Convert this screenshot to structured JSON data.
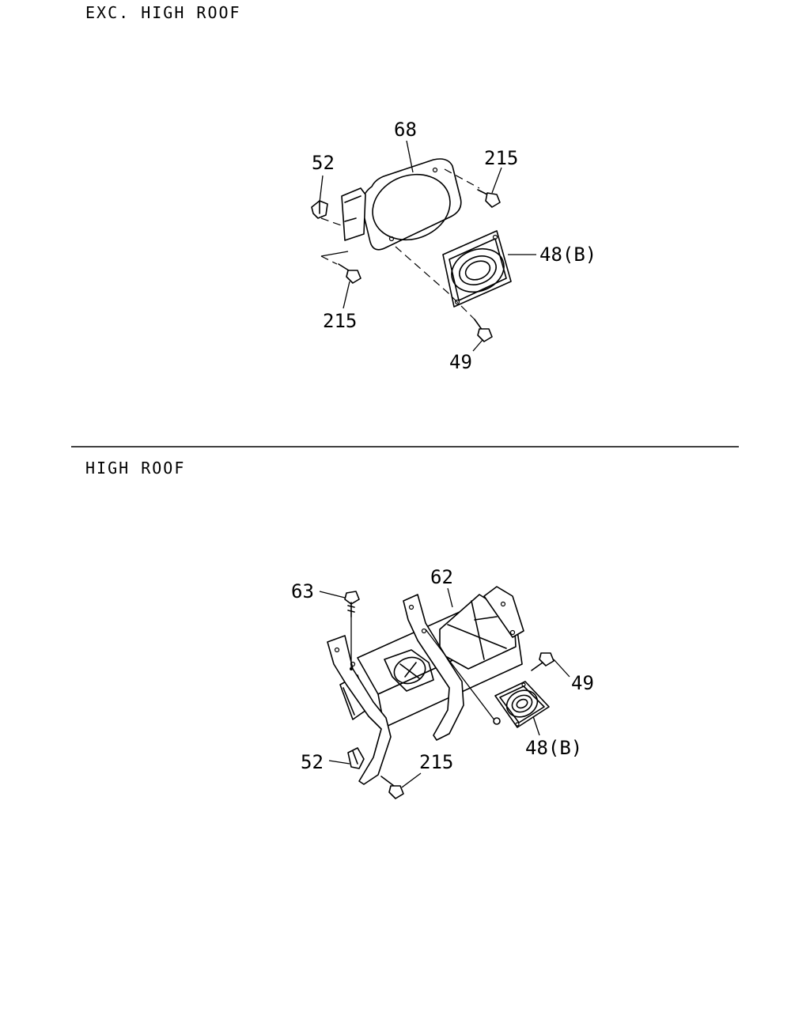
{
  "sections": [
    {
      "heading": "EXC. HIGH ROOF",
      "labels": [
        "68",
        "52",
        "215",
        "48(B)",
        "215",
        "49"
      ]
    },
    {
      "heading": "HIGH ROOF",
      "labels": [
        "63",
        "62",
        "49",
        "48(B)",
        "52",
        "215"
      ]
    }
  ]
}
